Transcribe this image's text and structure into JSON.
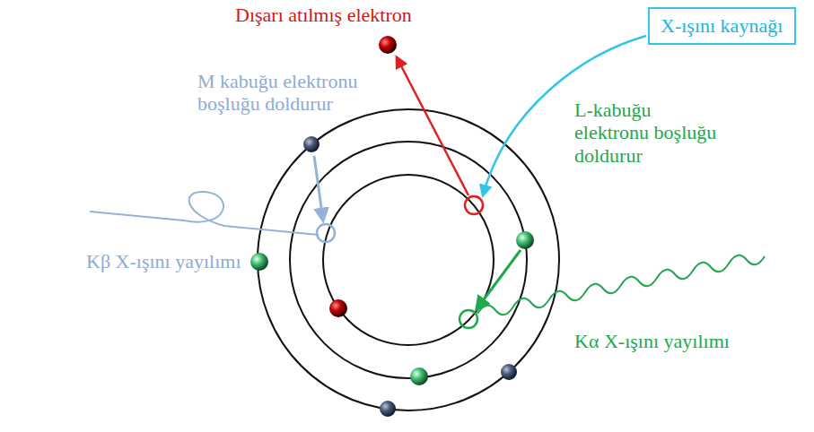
{
  "diagram": {
    "nodes": [
      {
        "text": [
          "X-ışını kaynağı"
        ]
      }
    ],
    "labels": [
      "Dışarı atılmış elektron",
      "M kabuğu elektronu boşluğu doldurur",
      "L-kabuğu elektronu boşluğu doldurur",
      "Kβ X-ışını yayılımı",
      "Kα X-ışını yayılımı"
    ]
  }
}
